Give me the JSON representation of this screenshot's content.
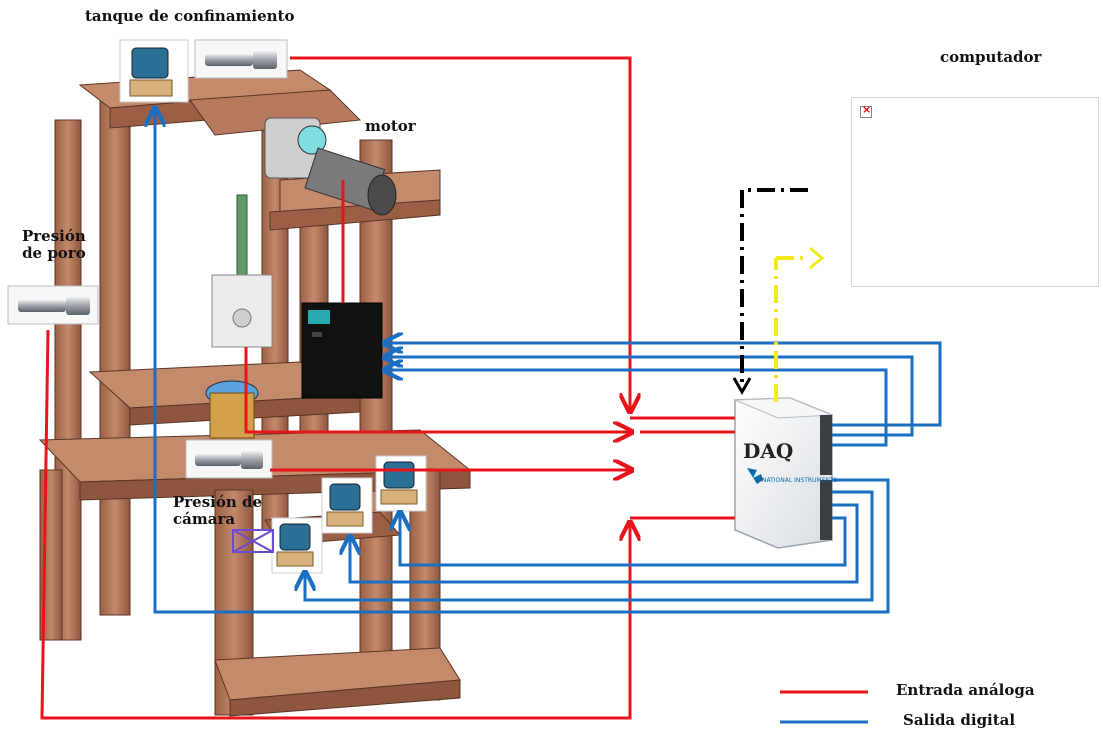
{
  "labels": {
    "tank": "tanque de confinamiento",
    "motor": "motor",
    "pore_pressure": "Presión\nde poro",
    "chamber_pressure": "Presión de\ncámara",
    "computer": "computador",
    "daq": "DAQ",
    "daq_brand": "NATIONAL INSTRUMENTS"
  },
  "legend": [
    {
      "label": "Entrada análoga",
      "color": "#e8141c"
    },
    {
      "label": "Salida digital",
      "color": "#1b6fc2"
    }
  ],
  "colors": {
    "analog": "#e8141c",
    "digital": "#1b6fc2",
    "frame": "#b87a5e",
    "frame_dark": "#7a4a36",
    "usb_down": "#000000",
    "usb_up": "#f2ea1a"
  },
  "icons": {
    "computer_placeholder": "broken-image-icon",
    "daq_logo": "national-instruments-eagle-icon"
  }
}
